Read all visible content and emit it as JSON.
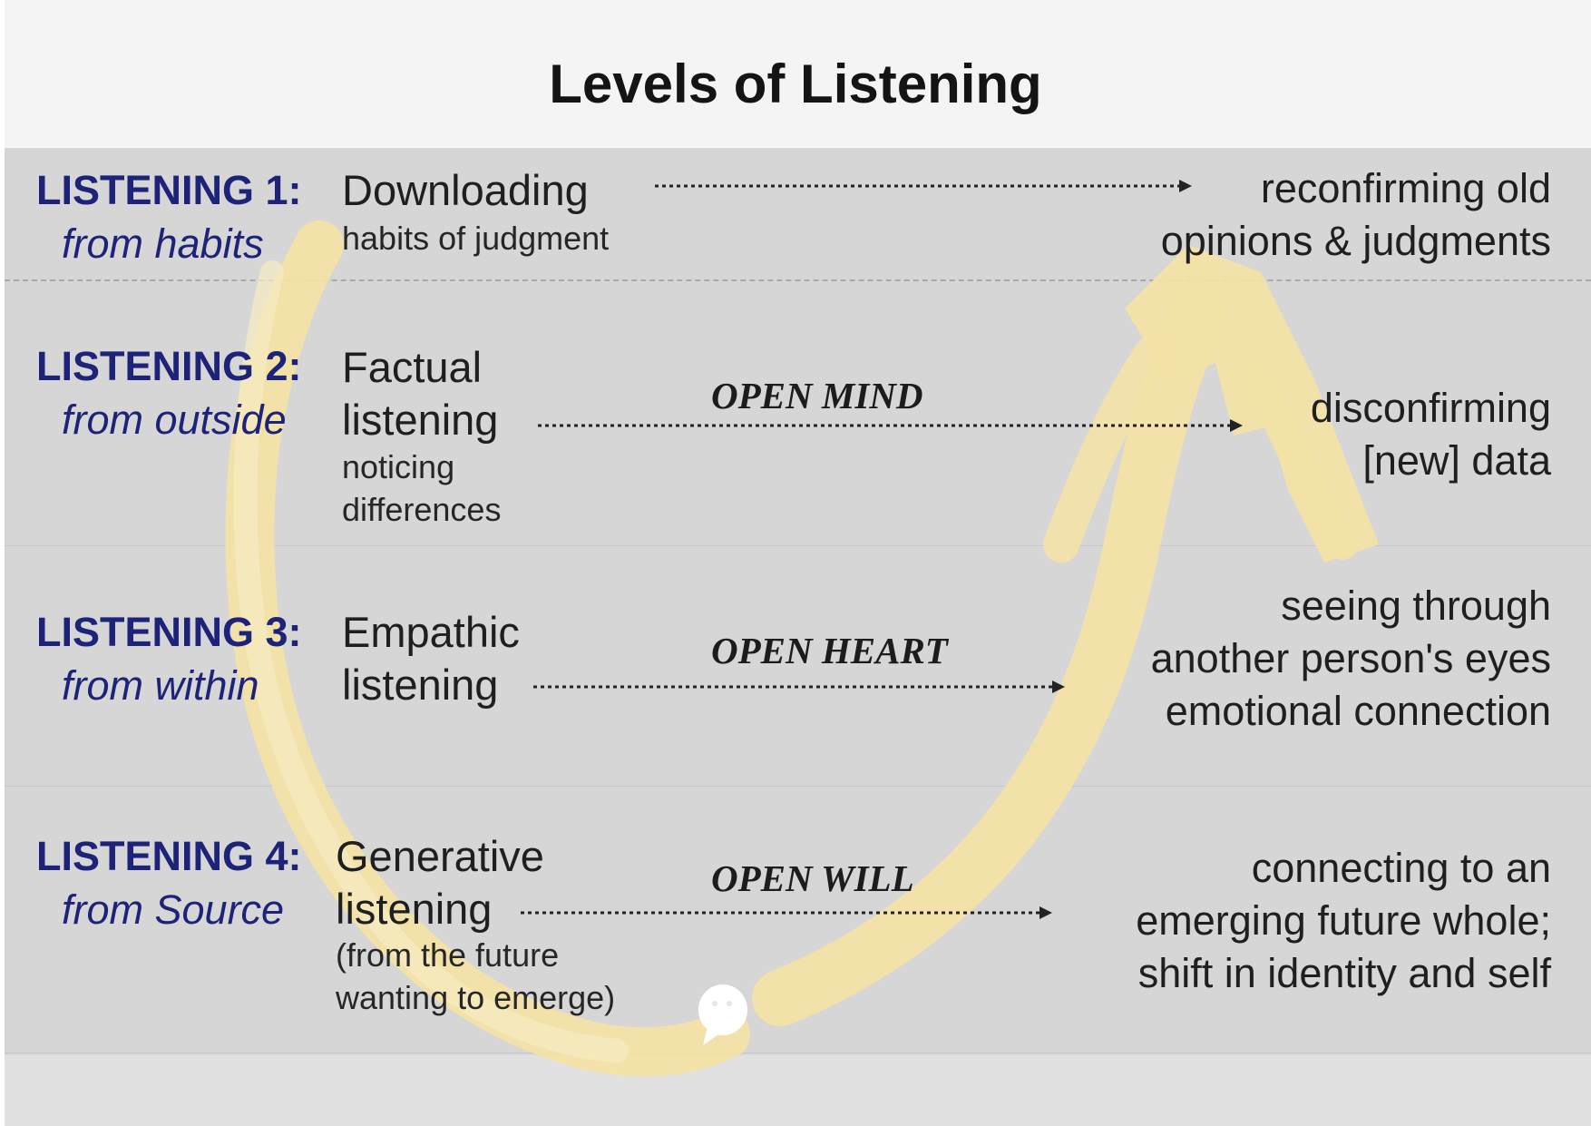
{
  "title": "Levels of Listening",
  "levels": [
    {
      "label": "LISTENING 1:",
      "source": "from habits",
      "name": [
        "Downloading"
      ],
      "sub": [
        "habits of judgment"
      ],
      "result": [
        "reconfirming old",
        "opinions & judgments"
      ],
      "opening": ""
    },
    {
      "label": "LISTENING 2:",
      "source": "from outside",
      "name": [
        "Factual",
        "listening"
      ],
      "sub": [
        "noticing",
        "differences"
      ],
      "result": [
        "disconfirming",
        "[new] data"
      ],
      "opening": "OPEN MIND"
    },
    {
      "label": "LISTENING 3:",
      "source": "from within",
      "name": [
        "Empathic",
        "listening"
      ],
      "sub": [],
      "result": [
        "seeing through",
        "another person's eyes",
        "emotional connection"
      ],
      "opening": "OPEN HEART"
    },
    {
      "label": "LISTENING 4:",
      "source": "from Source",
      "name": [
        "Generative",
        "listening"
      ],
      "sub": [
        "(from the future",
        "wanting to emerge)"
      ],
      "result": [
        "connecting to an",
        "emerging future whole;",
        "shift in identity and self"
      ],
      "opening": "OPEN WILL"
    }
  ],
  "colors": {
    "level_label": "#1d2378",
    "u_stroke": "#f4e3a6",
    "background_band": "#d6d6d6",
    "header": "#f4f4f4"
  },
  "icons": [
    "u-curve-arrow",
    "dotted-arrow-icon",
    "speech-bubble-icon"
  ]
}
